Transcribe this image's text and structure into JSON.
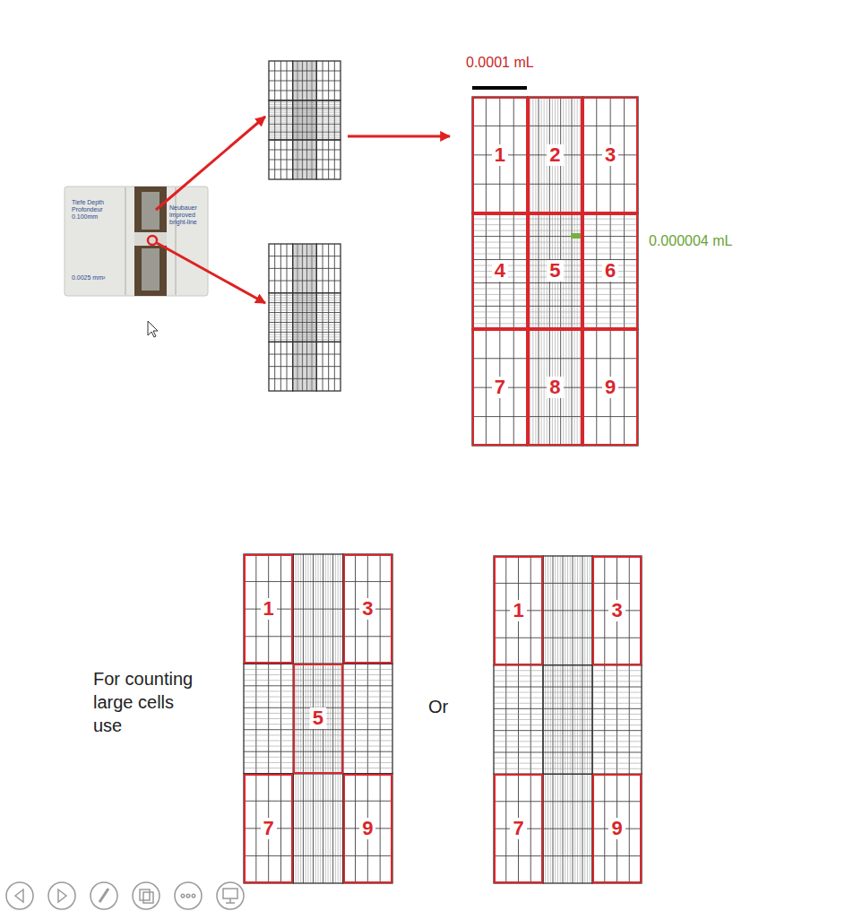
{
  "diagram": {
    "nodes": [
      {
        "text": [
          "Tiefe Depth Profondeur 0.100mm",
          "Neubauer improved bright-line",
          "0.0025 mm²"
        ]
      },
      {
        "text": [
          "1"
        ]
      },
      {
        "text": [
          "2"
        ]
      },
      {
        "text": [
          "3"
        ]
      },
      {
        "text": [
          "4"
        ]
      },
      {
        "text": [
          "5"
        ]
      },
      {
        "text": [
          "6"
        ]
      },
      {
        "text": [
          "7"
        ]
      },
      {
        "text": [
          "8"
        ]
      },
      {
        "text": [
          "9"
        ]
      },
      {
        "text": [
          "1"
        ]
      },
      {
        "text": [
          "3"
        ]
      },
      {
        "text": [
          "5"
        ]
      },
      {
        "text": [
          "7"
        ]
      },
      {
        "text": [
          "9"
        ]
      },
      {
        "text": [
          "1"
        ]
      },
      {
        "text": [
          "3"
        ]
      },
      {
        "text": [
          "7"
        ]
      },
      {
        "text": [
          "9"
        ]
      }
    ],
    "labels": [
      "0.0001 mL",
      "0.000004 mL",
      "For counting large cells use",
      "Or"
    ]
  }
}
